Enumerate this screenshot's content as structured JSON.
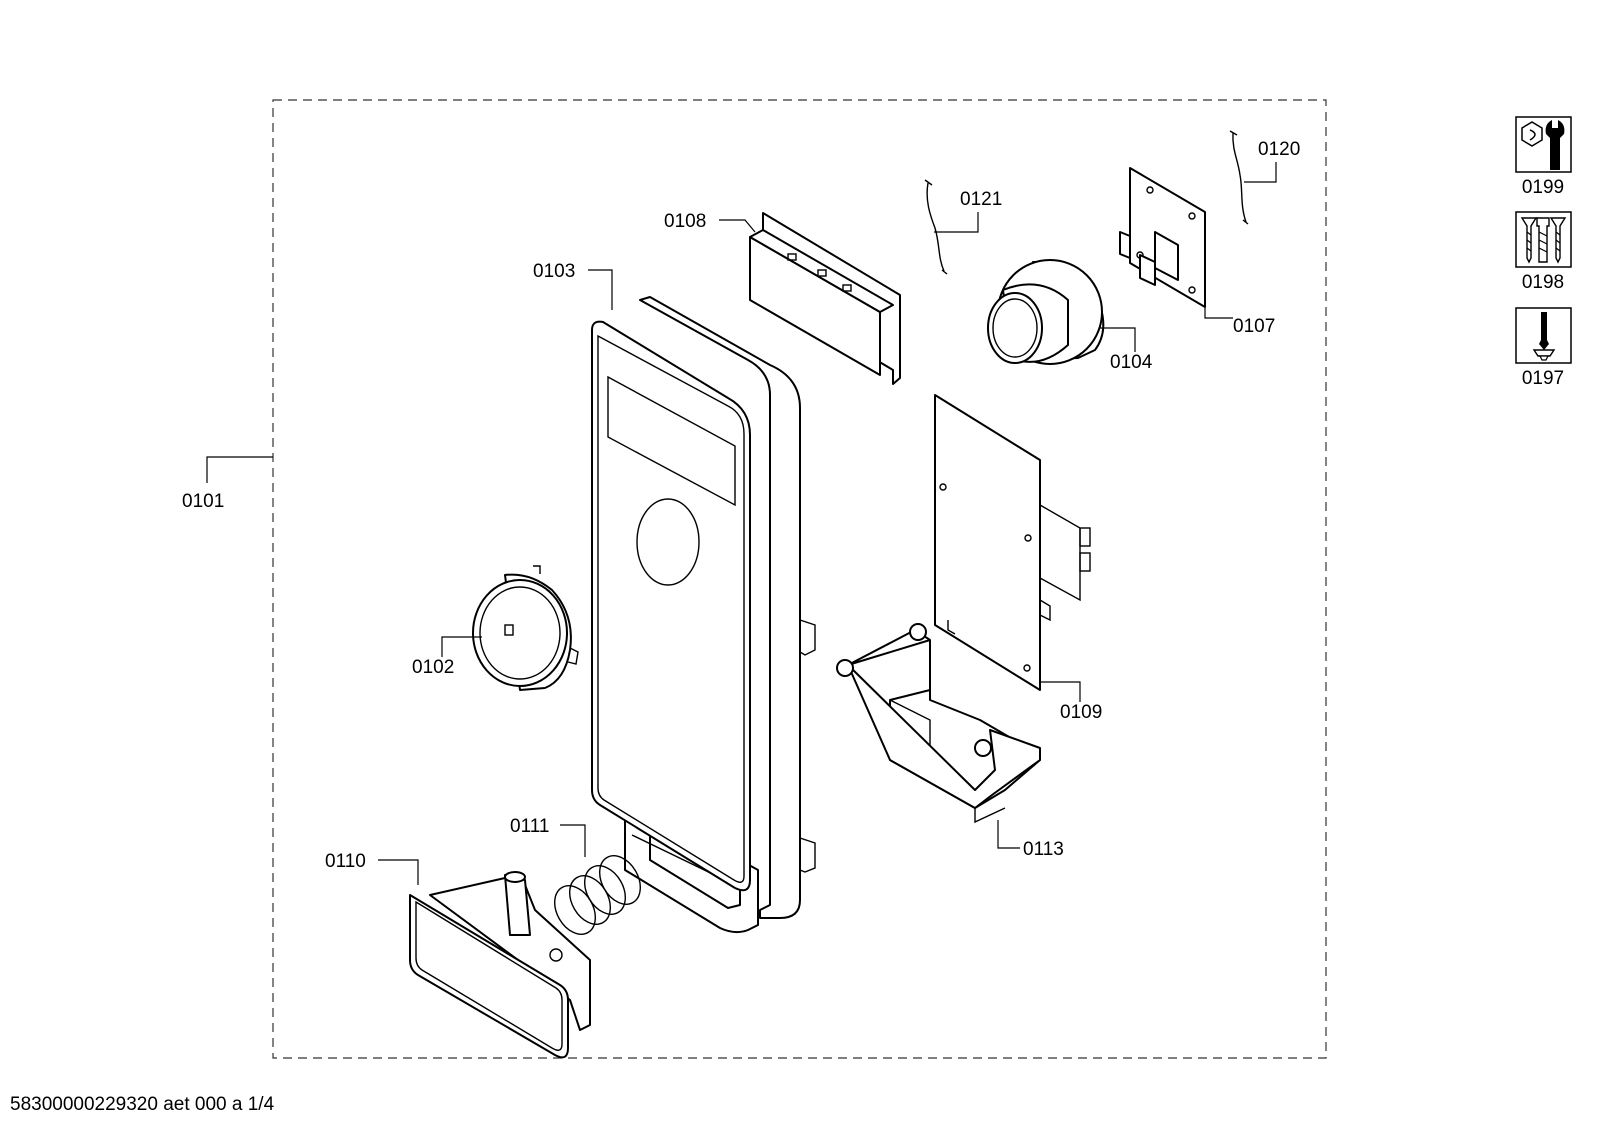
{
  "callouts": {
    "p0101": "0101",
    "p0102": "0102",
    "p0103": "0103",
    "p0104": "0104",
    "p0107": "0107",
    "p0108": "0108",
    "p0109": "0109",
    "p0110": "0110",
    "p0111": "0111",
    "p0113": "0113",
    "p0120": "0120",
    "p0121": "0121"
  },
  "legend": {
    "tools": {
      "label": "0199",
      "icon": "wrench-nut-icon"
    },
    "screws": {
      "label": "0198",
      "icon": "screws-icon"
    },
    "screwdriver": {
      "label": "0197",
      "icon": "screwdriver-icon"
    }
  },
  "footer": "58300000229320 aet 000 a 1/4"
}
